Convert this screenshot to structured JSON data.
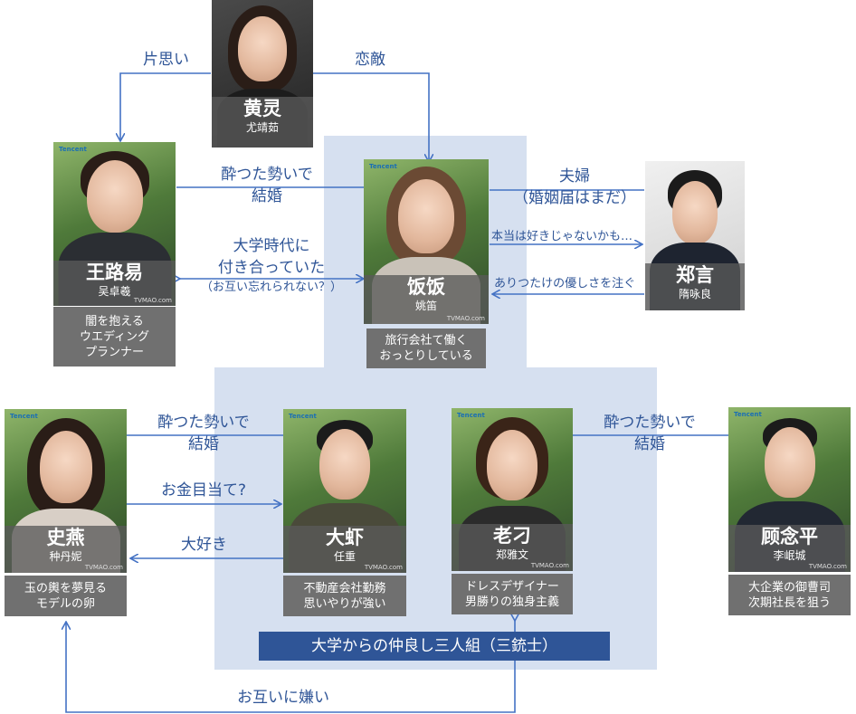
{
  "people": {
    "huangling": {
      "name": "黄灵",
      "actor": "尤靖茹"
    },
    "wangluyi": {
      "name": "王路易",
      "actor": "吴卓羲"
    },
    "fanfan": {
      "name": "饭饭",
      "actor": "姚笛"
    },
    "zhengyan": {
      "name": "郑言",
      "actor": "隋咏良"
    },
    "shiyan": {
      "name": "史燕",
      "actor": "种丹妮"
    },
    "daxia": {
      "name": "大虾",
      "actor": "任重"
    },
    "laodao": {
      "name": "老刁",
      "actor": "郑雅文"
    },
    "gunianping": {
      "name": "顾念平",
      "actor": "李岷城"
    }
  },
  "descriptions": {
    "wangluyi": [
      "闇を抱える",
      "ウエディング",
      "プランナー"
    ],
    "fanfan": [
      "旅行会社て働く",
      "おっとりしている"
    ],
    "shiyan": [
      "玉の輿を夢見る",
      "モデルの卵"
    ],
    "daxia": [
      "不動産会社勤務",
      "思いやりが強い"
    ],
    "laodao": [
      "ドレスデザイナー",
      "男勝りの独身主義"
    ],
    "gunianping": [
      "大企業の御曹司",
      "次期社長を狙う"
    ]
  },
  "relations": {
    "kataomoi": "片思い",
    "koigataki": "恋敵",
    "drunk_marriage_1": [
      "酔つた勢いで",
      "結婚"
    ],
    "college": [
      "大学時代に",
      "付き合っていた",
      "（お互い忘れられない？）"
    ],
    "couple": [
      "夫婦",
      "（婚姻届はまだ）"
    ],
    "not_love": "本当は好きじゃないかも…",
    "kindness": "ありつたけの優しさを注ぐ",
    "drunk_marriage_2": [
      "酔つた勢いで",
      "結婚"
    ],
    "money": "お金目当て?",
    "daisuki": "大好き",
    "drunk_marriage_3": [
      "酔つた勢いで",
      "結婚"
    ],
    "hate": "お互いに嫌い"
  },
  "banner": "大学からの仲良し三人組（三銃士）",
  "watermark": "TVMAO.com",
  "colors": {
    "line": "#4472c4",
    "zone": "#d6e0f0",
    "banner": "#2f5597",
    "desc": "#707070"
  }
}
